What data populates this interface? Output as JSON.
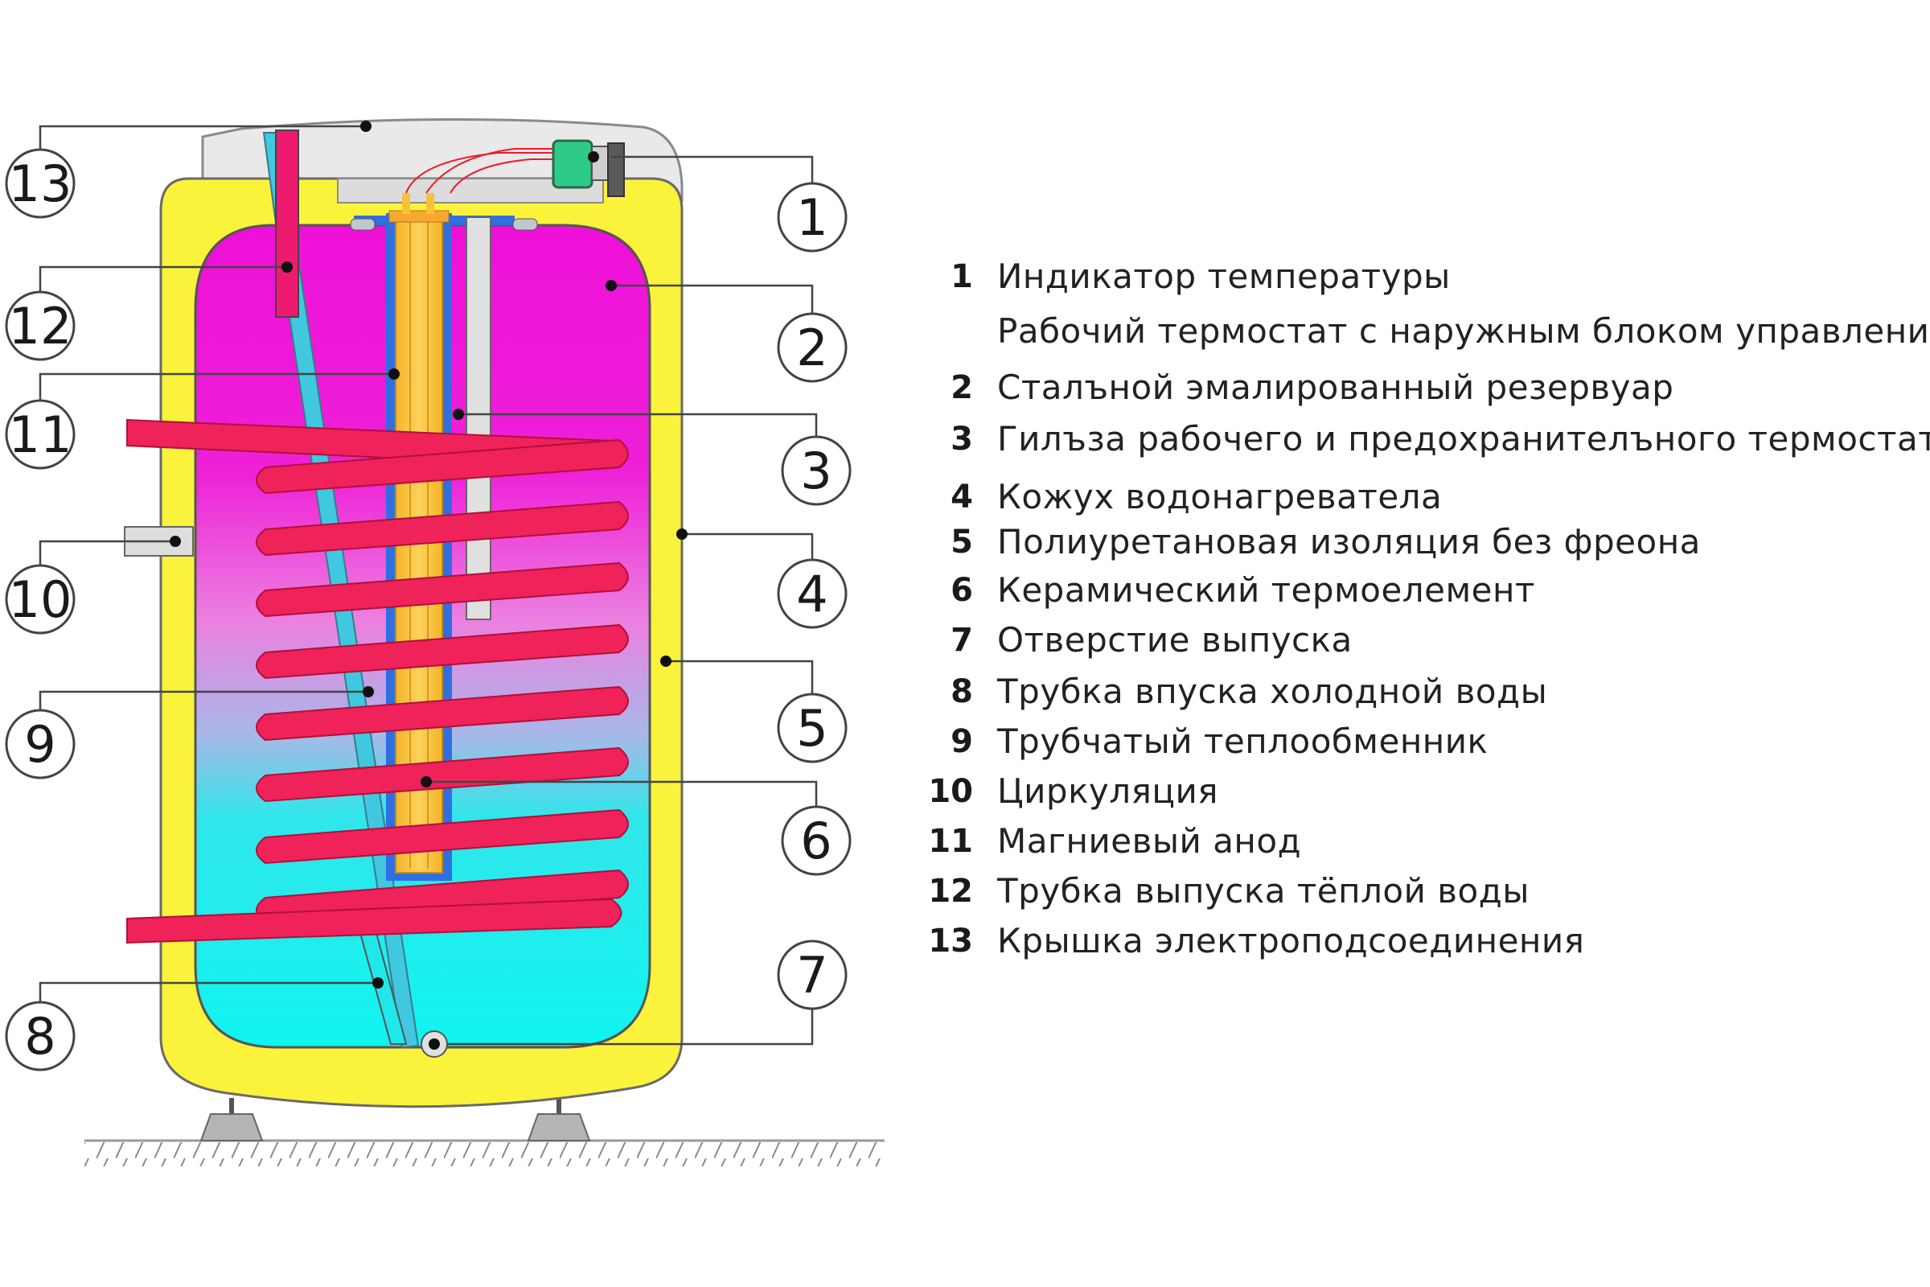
{
  "callouts": [
    {
      "id": "1",
      "label": "1"
    },
    {
      "id": "2",
      "label": "2"
    },
    {
      "id": "3",
      "label": "3"
    },
    {
      "id": "4",
      "label": "4"
    },
    {
      "id": "5",
      "label": "5"
    },
    {
      "id": "6",
      "label": "6"
    },
    {
      "id": "7",
      "label": "7"
    },
    {
      "id": "8",
      "label": "8"
    },
    {
      "id": "9",
      "label": "9"
    },
    {
      "id": "10",
      "label": "10"
    },
    {
      "id": "11",
      "label": "11"
    },
    {
      "id": "12",
      "label": "12"
    },
    {
      "id": "13",
      "label": "13"
    }
  ],
  "legend": [
    {
      "num": "1",
      "label": "Индикатор температуры"
    },
    {
      "num": "",
      "label": "Рабочий термостат с наружным блоком управления"
    },
    {
      "num": "2",
      "label": "Сталъной эмалированный резервуар"
    },
    {
      "num": "3",
      "label": "Гилъза рабочего и предохранителъного термостата"
    },
    {
      "num": "4",
      "label": "Кожух водонагревателa"
    },
    {
      "num": "5",
      "label": "Полиуретановая изоляция без фреона"
    },
    {
      "num": "6",
      "label": "Керамический термоелемент"
    },
    {
      "num": "7",
      "label": "Отверстие выпуска"
    },
    {
      "num": "8",
      "label": "Трубка впуска холодной воды"
    },
    {
      "num": "9",
      "label": "Трубчатый теплообменник"
    },
    {
      "num": "10",
      "label": "Циркуляция"
    },
    {
      "num": "11",
      "label": "Магниевый анод"
    },
    {
      "num": "12",
      "label": "Трубка выпуска тёплой воды"
    },
    {
      "num": "13",
      "label": "Крышка электроподсоединения"
    }
  ],
  "colors": {
    "insulation": "#fbf33b",
    "coil": "#f0225a",
    "hot_water": "#ee10d8",
    "cold_water": "#12f3f0",
    "pipe": "#40c8e0",
    "anode": "#f7c23a",
    "anode_sleeve": "#2f6fe0",
    "cover": "#e9e9e9"
  }
}
